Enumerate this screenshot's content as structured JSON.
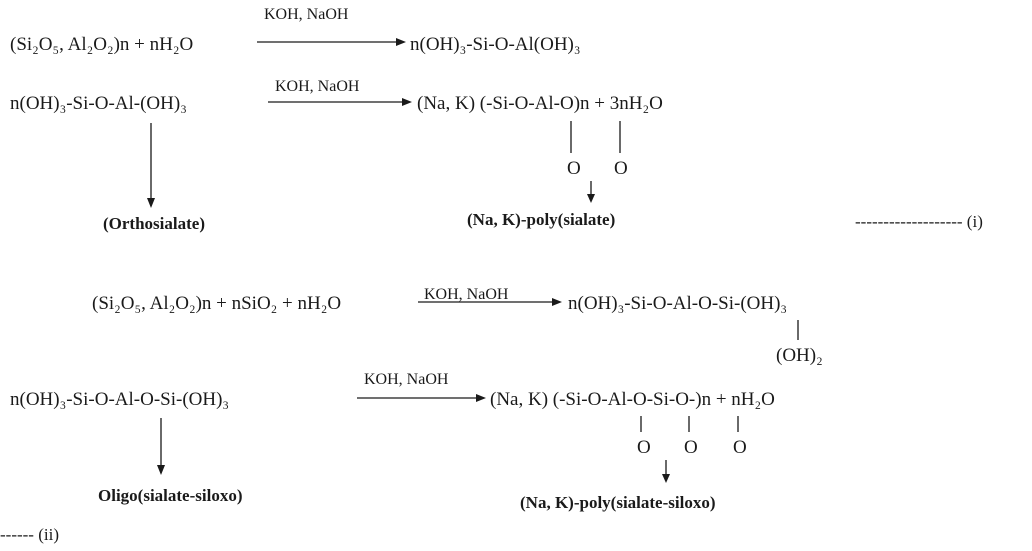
{
  "catalyst": "KOH, NaOH",
  "reaction_1": {
    "step1_lhs": "(Si₂O₅, Al₂O₂)n + nH₂O",
    "step1_rhs": "n(OH)₃-Si-O-Al(OH)₃",
    "step2_lhs": "n(OH)₃-Si-O-Al-(OH)₃",
    "step2_rhs": "(Na, K) (-Si-O-Al-O)n + 3nH₂O",
    "pendant_o": [
      "O",
      "O"
    ],
    "intermediate_label": "(Orthosialate)",
    "product_label": "(Na, K)-poly(sialate)",
    "tag": "------------------- (i)"
  },
  "reaction_2": {
    "step1_lhs": "(Si₂O₅, Al₂O₂)n + nSiO₂ + nH₂O",
    "step1_rhs": "n(OH)₃-Si-O-Al-O-Si-(OH)₃",
    "step1_pendant": "(OH)₂",
    "step2_lhs": "n(OH)₃-Si-O-Al-O-Si-(OH)₃",
    "step2_rhs": "(Na, K) (-Si-O-Al-O-Si-O-)n + nH₂O",
    "pendant_o": [
      "O",
      "O",
      "O"
    ],
    "intermediate_label": "Oligo(sialate-siloxo)",
    "product_label": "(Na, K)-poly(sialate-siloxo)",
    "tag": "------ (ii)"
  }
}
